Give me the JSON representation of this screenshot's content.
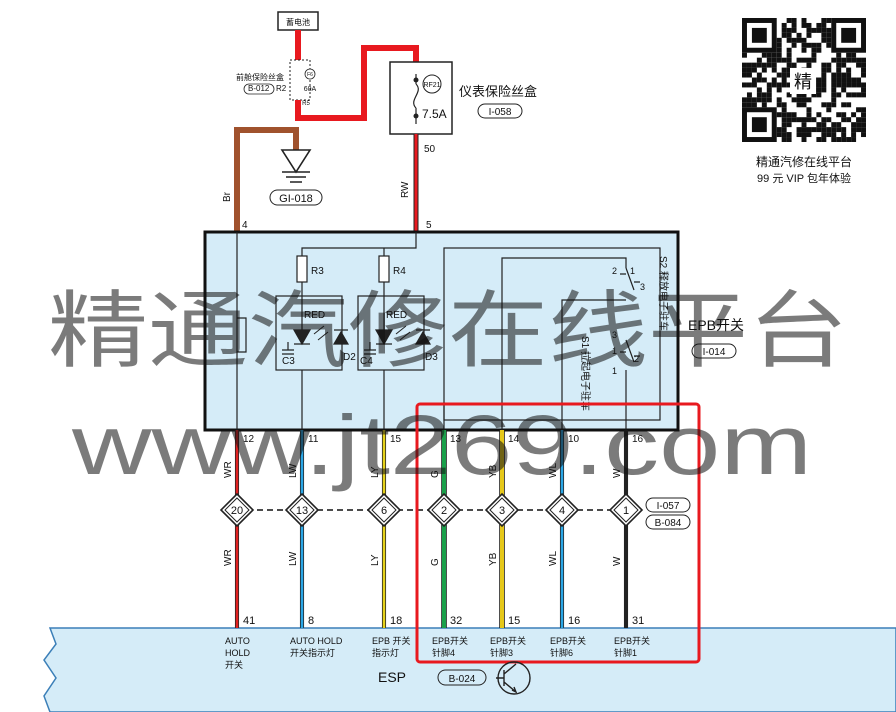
{
  "top": {
    "battery": "蓄电池",
    "front_fuse_box": "前舱保险丝盒",
    "front_fuse_ref": "B-012",
    "front_fuse_pos": "R2",
    "front_fuse_code": "F6",
    "front_fuse_amp": "60A",
    "front_fuse_pin": "R5",
    "panel_fuse_code": "RF21",
    "panel_fuse_amp": "7.5A",
    "panel_fuse_label": "仪表保险丝盒",
    "panel_fuse_ref": "I-058",
    "panel_fuse_pin": "50",
    "ground_ref": "GI-018",
    "wire_br": "Br",
    "wire_rw": "RW",
    "pin_4": "4",
    "pin_5": "5"
  },
  "qr": {
    "line1": "精通汽修在线平台",
    "line2": "99 元 VIP 包年体验",
    "badge": "精"
  },
  "epb_module": {
    "name": "EPB开关",
    "ref": "I-014",
    "r3": "R3",
    "r4": "R4",
    "red1": "RED",
    "red2": "RED",
    "c3": "C3",
    "c4": "C4",
    "d2": "D2",
    "d3": "D3",
    "s2_label": "S2 释放电子驻车",
    "s1_label": "S1 拉起电子驻车",
    "s2_pins": [
      "2",
      "1",
      "3"
    ],
    "s1_pins": [
      "3",
      "1",
      "2",
      "1"
    ]
  },
  "wires": [
    {
      "pin": "12",
      "color_code": "WR",
      "conn_pin": "20",
      "esp_pin": "41",
      "label1": "AUTO",
      "label2": "HOLD",
      "label3": "开关",
      "stroke": "#e02020"
    },
    {
      "pin": "11",
      "color_code": "LW",
      "conn_pin": "13",
      "esp_pin": "8",
      "label1": "AUTO HOLD",
      "label2": "开关指示灯",
      "label3": "",
      "stroke": "#2aa6e6"
    },
    {
      "pin": "15",
      "color_code": "LY",
      "conn_pin": "6",
      "esp_pin": "18",
      "label1": "EPB 开关",
      "label2": "指示灯",
      "label3": "",
      "stroke": "#e6d21a"
    },
    {
      "pin": "13",
      "color_code": "G",
      "conn_pin": "2",
      "esp_pin": "32",
      "label1": "EPB开关",
      "label2": "针脚4",
      "label3": "",
      "stroke": "#1aa04a"
    },
    {
      "pin": "14",
      "color_code": "YB",
      "conn_pin": "3",
      "esp_pin": "15",
      "label1": "EPB开关",
      "label2": "针脚3",
      "label3": "",
      "stroke": "#e6c81a"
    },
    {
      "pin": "10",
      "color_code": "WL",
      "conn_pin": "4",
      "esp_pin": "16",
      "label1": "EPB开关",
      "label2": "针脚6",
      "label3": "",
      "stroke": "#2aa6e6"
    },
    {
      "pin": "16",
      "color_code": "W",
      "conn_pin": "1",
      "esp_pin": "31",
      "label1": "EPB开关",
      "label2": "针脚1",
      "label3": "",
      "stroke": "#222222"
    }
  ],
  "connector": {
    "ref1": "I-057",
    "ref2": "B-084"
  },
  "esp": {
    "name": "ESP",
    "ref": "B-024"
  },
  "watermark": {
    "line1": "精通汽修在线平台",
    "line2": "www.jt269.com"
  },
  "colors": {
    "highlight": "#e8191f",
    "module_fill": "#d5ecf8",
    "fuse_feed": "#e8191f",
    "ground_wire": "#a0522d"
  }
}
